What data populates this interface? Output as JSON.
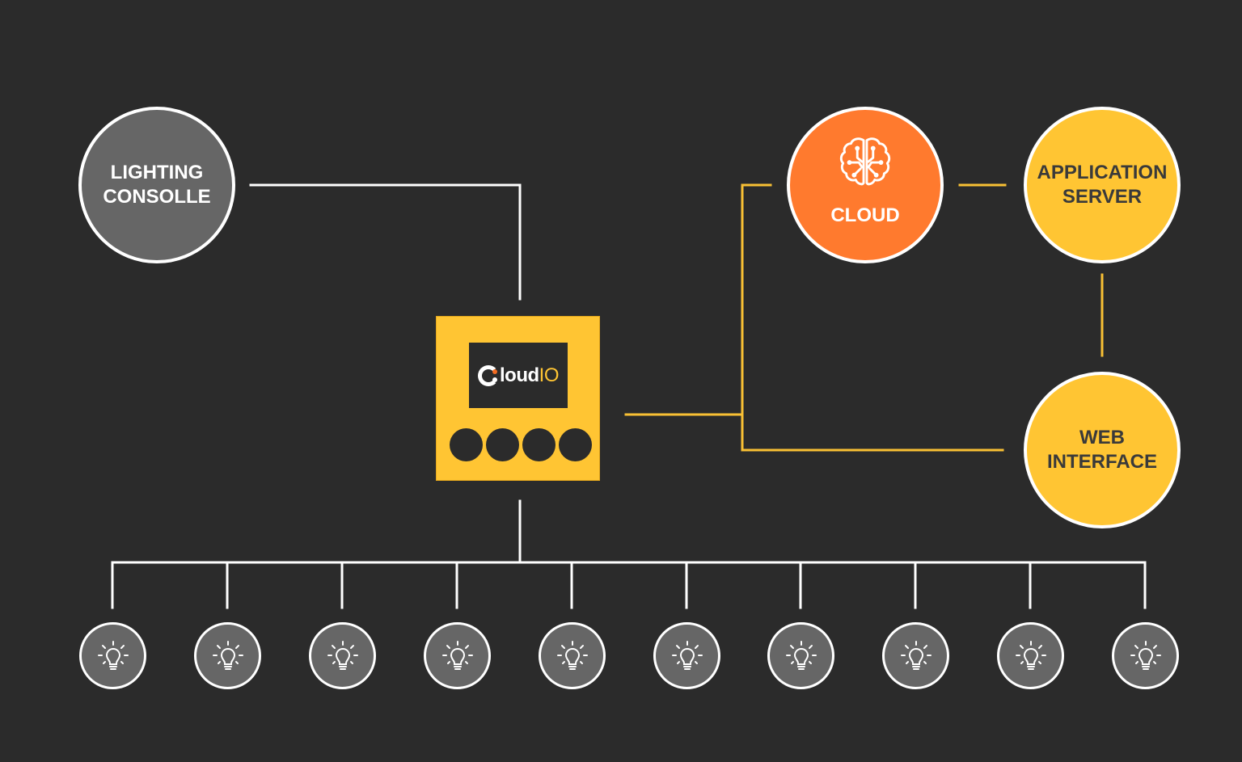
{
  "nodes": {
    "lighting_console": {
      "label": "LIGHTING\nCONSOLLE"
    },
    "cloud": {
      "label": "CLOUD",
      "icon": "brain-circuit-icon"
    },
    "application_server": {
      "label": "APPLICATION\nSERVER"
    },
    "web_interface": {
      "label": "WEB\nINTERFACE"
    }
  },
  "device": {
    "logo_text": "loud",
    "logo_suffix": "IO",
    "button_count": 4
  },
  "bulbs": {
    "count": 10,
    "icon": "lightbulb-icon"
  },
  "colors": {
    "background": "#2b2b2b",
    "console_gray": "#666666",
    "cloud_orange": "#ff7a2e",
    "accent_yellow": "#ffc533",
    "wire_white": "#ffffff",
    "wire_yellow": "#f9c034"
  }
}
